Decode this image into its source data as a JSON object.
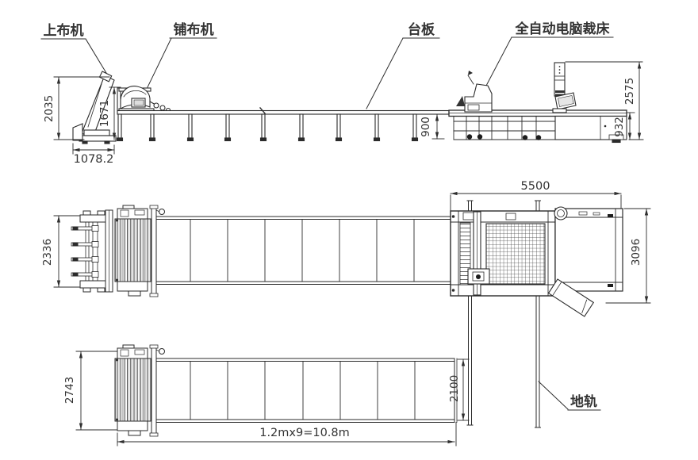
{
  "drawing": {
    "labels": {
      "loader": "上布机",
      "spreader": "铺布机",
      "table": "台板",
      "cutter": "全自动电脑裁床",
      "ground_rail": "地轨"
    },
    "dims": {
      "side_view": {
        "loader_height": "2035",
        "spreader_height": "1671",
        "loader_base_width": "1078.2",
        "table_height": "900",
        "cutter_total_height": "2575",
        "cutter_bed_height": "932"
      },
      "plan_view": {
        "loader_width": "2336",
        "cutter_length": "5500",
        "cutter_width": "3096"
      },
      "bottom_view": {
        "spreader_width": "2743",
        "table_end_width": "2100",
        "table_length": "1.2mx9=10.8m"
      }
    },
    "colors": {
      "line": "#2b2b2b",
      "text": "#333333",
      "background": "#ffffff"
    }
  }
}
